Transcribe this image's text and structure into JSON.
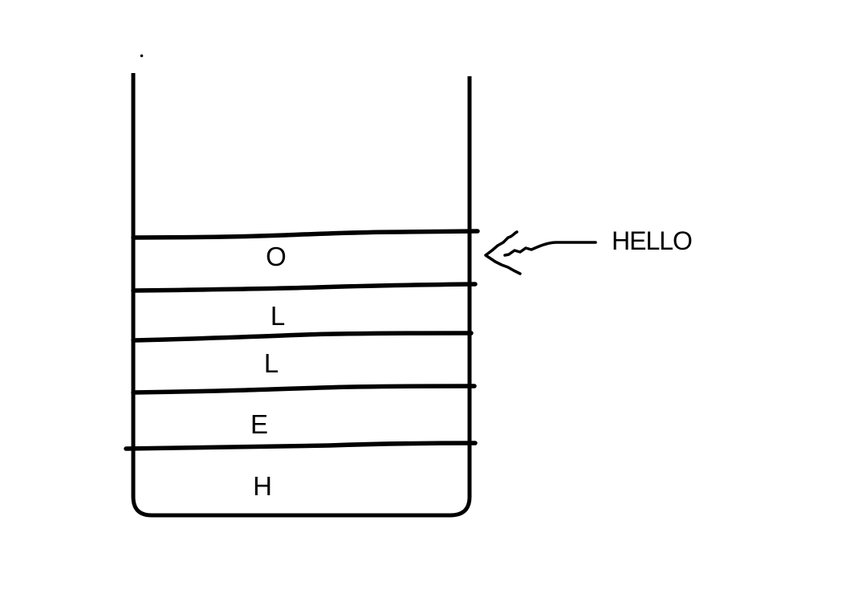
{
  "colors": {
    "ink": "#000000",
    "background": "#ffffff"
  },
  "stack": {
    "items_top_to_bottom": [
      {
        "label": "O"
      },
      {
        "label": "L"
      },
      {
        "label": "L"
      },
      {
        "label": "E"
      },
      {
        "label": "H"
      }
    ]
  },
  "annotation": {
    "label": "HELLO",
    "arrow_points_to": "top stack item (O)"
  }
}
